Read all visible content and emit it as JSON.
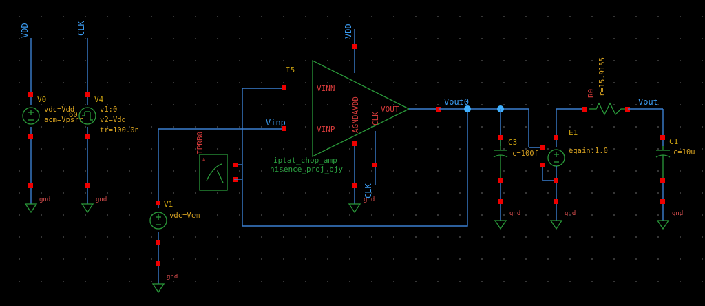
{
  "nets": {
    "vdd_v0": "VDD",
    "clk_v4": "CLK",
    "vdd_amp": "VDD",
    "clk_amp": "CLK",
    "vinp": "Vinp",
    "vout0": "Vout0",
    "vout": "Vout"
  },
  "gnd_label": "gnd",
  "v0": {
    "name": "V0",
    "params": [
      "vdc=Vdd",
      "acm=Vpsrr"
    ],
    "overlap": "60"
  },
  "v4": {
    "name": "V4",
    "params": [
      "v1:0",
      "v2=Vdd",
      "tr=100.0n"
    ]
  },
  "v1": {
    "name": "V1",
    "params": [
      "vdc=Vcm"
    ]
  },
  "amp": {
    "instance": "I5",
    "pins": {
      "vinn": "VINN",
      "vinp": "VINP",
      "vout": "VOUT",
      "agndavdd": "AGNDAVDD",
      "clk": "CLK"
    },
    "cell": "iptat_chop_amp",
    "lib": "hisence_proj_bjy"
  },
  "iprb": {
    "name": "IPRB0",
    "symbol": "A"
  },
  "c3": {
    "name": "C3",
    "value": "c=100f"
  },
  "e1": {
    "name": "E1",
    "value": "egain:1.0"
  },
  "r0": {
    "name": "R0",
    "value": "r=15.9155"
  },
  "c1": {
    "name": "C1",
    "value": "c=10u"
  }
}
